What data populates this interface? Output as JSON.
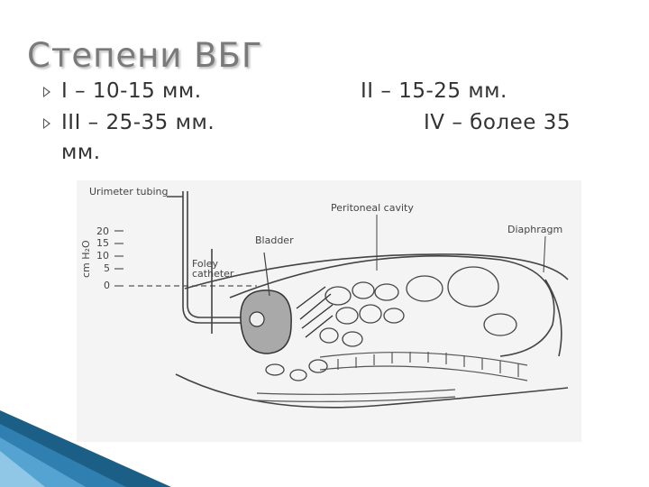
{
  "slide": {
    "title": "Степени ВБГ",
    "bullet_1": "I – 10-15 мм.",
    "bullet_2": "III – 25-35 мм.",
    "bullet_2_wrap": "мм.",
    "right_1": "II – 15-25 мм.",
    "right_2": "IV – более 35"
  },
  "figure": {
    "label_urimeter": "Urimeter tubing",
    "label_peritoneal": "Peritoneal cavity",
    "label_diaphragm": "Diaphragm",
    "label_bladder": "Bladder",
    "label_foley_1": "Foley",
    "label_foley_2": "catheter",
    "axis_label": "cm H₂O",
    "ticks": [
      "20",
      "15",
      "10",
      "5",
      "0"
    ]
  },
  "colors": {
    "title": "#7a7a7a",
    "text": "#333333",
    "corner_dark": "#1b5f86",
    "corner_light": "#5aa9d6"
  }
}
